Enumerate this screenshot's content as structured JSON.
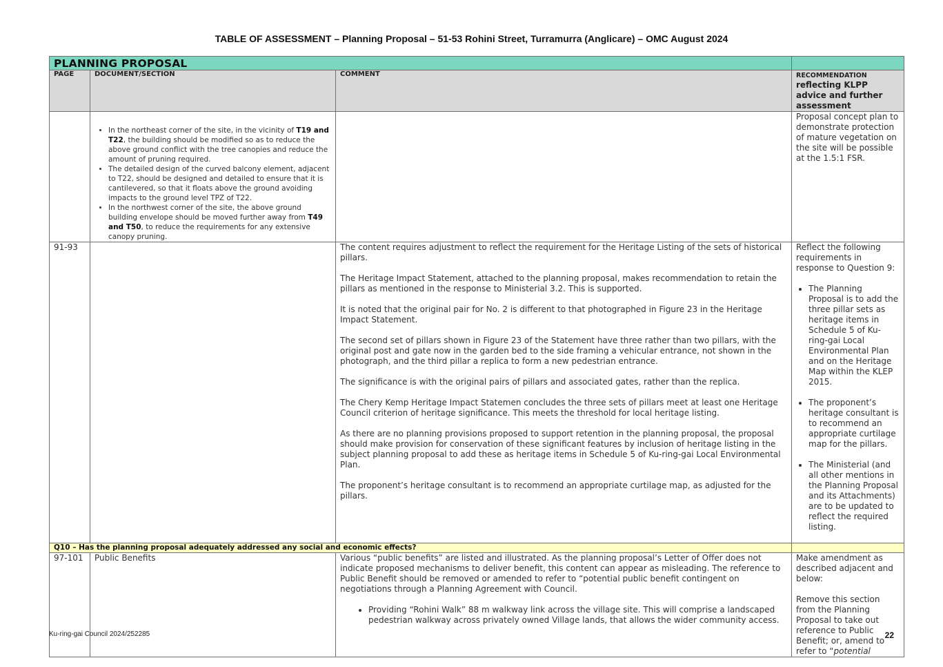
{
  "header": {
    "title": "TABLE OF ASSESSMENT – Planning Proposal – 51-53 Rohini Street, Turramurra (Anglicare) – OMC August 2024"
  },
  "table": {
    "banner": "PLANNING PROPOSAL",
    "columns": {
      "page": "PAGE",
      "document": "DOCUMENT/SECTION",
      "comment": "COMMENT",
      "rec_small": "RECOMMENDATION",
      "rec_big": "reflecting KLPP advice and further assessment"
    },
    "row1": {
      "page": "",
      "bullets": [
        {
          "pre": "In the northeast corner of the site, in the vicinity of ",
          "bold": "T19 and T22",
          "post": ", the building should be modified so as to reduce the above ground conflict with the tree canopies and reduce the amount of pruning required."
        },
        {
          "pre": "The detailed design of the curved balcony element, adjacent to T22, should be designed and detailed to ensure that it is cantilevered, so that it floats above the ground avoiding impacts to the ground level TPZ of T22.",
          "bold": "",
          "post": ""
        },
        {
          "pre": "In the northwest corner of the site, the above ground building envelope should be moved further away from ",
          "bold": "T49 and T50",
          "post": ", to reduce the requirements for any extensive canopy pruning."
        }
      ],
      "comment": "",
      "recommendation": "Proposal concept plan to demonstrate protection of mature vegetation on the site will be possible at the 1.5:1 FSR."
    },
    "row2": {
      "page": "91-93",
      "document": "",
      "comment_paragraphs": [
        "The content requires adjustment to reflect the requirement for the Heritage Listing of the sets of historical pillars.",
        "The Heritage Impact Statement, attached to the planning proposal, makes recommendation to retain the pillars as mentioned in the response to Ministerial 3.2. This is supported.",
        "It is noted that the original pair for No. 2 is different to that photographed in Figure 23 in the Heritage Impact Statement.",
        "The second set of pillars shown in Figure 23 of the Statement have three rather than two pillars, with the original post and gate now in the garden bed to the side framing a vehicular entrance, not shown in the photograph, and the third pillar a replica to form a new pedestrian entrance.",
        "The significance is with the original pairs of pillars and associated gates, rather than the replica.",
        "The Chery Kemp Heritage Impact Statemen concludes the three sets of pillars meet at least one Heritage Council criterion of heritage significance. This meets the threshold for local heritage listing.",
        "As there are no planning provisions proposed to support retention in the planning proposal, the proposal should make provision for conservation of these significant features by inclusion of heritage listing in the subject planning proposal to add these as heritage items in Schedule 5 of Ku-ring-gai Local Environmental Plan.",
        "The proponent’s heritage consultant is to recommend an appropriate curtilage map, as adjusted for the pillars."
      ],
      "rec_intro": "Reflect the following requirements in response to Question 9:",
      "rec_bullets": [
        "The Planning Proposal is to add the three pillar sets as heritage items in Schedule 5 of Ku-ring-gai Local Environmental Plan and on the Heritage Map within the KLEP 2015.",
        "The proponent’s heritage consultant is to recommend an appropriate curtilage map for the pillars.",
        "The Ministerial (and all other mentions in the Planning Proposal and its Attachments) are to be updated to reflect the required listing."
      ]
    },
    "q10": "Q10 – Has the planning proposal adequately addressed any social and economic effects?",
    "row3": {
      "page": "97-101",
      "document": "Public Benefits",
      "comment_paragraph": "Various “public benefits” are listed and illustrated. As the planning proposal’s Letter of Offer does not indicate proposed mechanisms to deliver benefit, this content can appear as misleading. The reference to Public Benefit should be removed or amended to refer to “potential public benefit contingent on negotiations through a Planning Agreement with Council.",
      "comment_bullets": [
        "Providing “Rohini Walk” 88 m walkway link across the village site. This will comprise a landscaped pedestrian walkway across privately owned Village lands, that allows the wider community access."
      ],
      "rec_p1": "Make amendment as described adjacent and below:",
      "rec_p2_pre": "Remove this section from the Planning Proposal to take out reference to Public Benefit; or, amend to refer to “",
      "rec_p2_italic": "potential"
    }
  },
  "footer": {
    "doc_ref": "Ku-ring-gai Council 2024/252285",
    "page_number": "22"
  }
}
